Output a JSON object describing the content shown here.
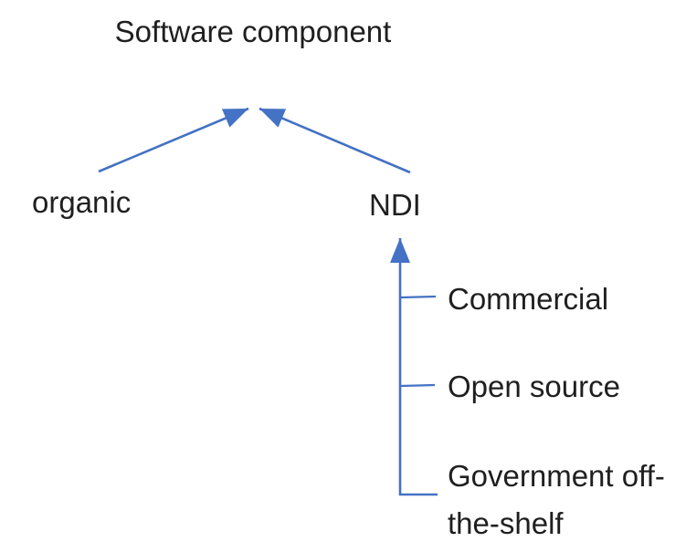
{
  "colors": {
    "accent": "#4472C4",
    "text": "#1f1f1f",
    "background": "#ffffff"
  },
  "diagram": {
    "root": {
      "label": "Software component"
    },
    "children": [
      {
        "label": "organic"
      },
      {
        "label": "NDI"
      }
    ],
    "ndi_types": [
      {
        "label": "Commercial"
      },
      {
        "label": "Open source"
      },
      {
        "label": "Government off-the-shelf"
      }
    ]
  }
}
